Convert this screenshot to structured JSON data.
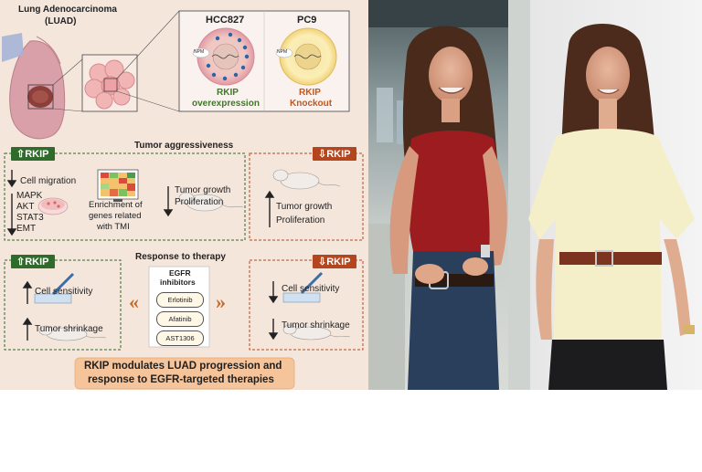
{
  "colors": {
    "panel_bg": "#f5e6dc",
    "up_green": "#2f6b2a",
    "down_orange": "#b5451d",
    "rkip_up_text": "#3c7a25",
    "rkip_down_text": "#c4561b",
    "conclusion_box": "#f6c49a"
  },
  "diagram": {
    "luad_title_line1": "Lung Adenocarcinoma",
    "luad_title_line2": "(LUAD)",
    "cell_line_1": "HCC827",
    "cell_line_2": "PC9",
    "cell_1_caption_line1": "RKIP",
    "cell_1_caption_line2": "overexpression",
    "cell_2_caption_line1": "RKIP",
    "cell_2_caption_line2": "Knockout",
    "nucleus_label": "NPM",
    "rkip_label": "RKIP",
    "tumor_aggressiveness_title": "Tumor aggressiveness",
    "up_cell_migration": "Cell migration",
    "up_markers": [
      "MAPK",
      "AKT",
      "STAT3",
      "EMT"
    ],
    "enrichment_line1": "Enrichment of",
    "enrichment_line2": "genes related",
    "enrichment_line3": "with TMI",
    "up_tumor_growth": "Tumor growth",
    "up_proliferation": "Proliferation",
    "down_tumor_growth": "Tumor growth",
    "down_proliferation": "Proliferation",
    "response_title": "Response to therapy",
    "egfr_title_line1": "EGFR",
    "egfr_title_line2": "inhibitors",
    "drugs": [
      "Erlotinib",
      "Afatinib",
      "AST1306"
    ],
    "up_cell_sensitivity": "Cell sensitivity",
    "up_tumor_shrinkage": "Tumor shrinkage",
    "down_cell_sensitivity": "Cell sensitivity",
    "down_tumor_shrinkage": "Tumor shrinkage",
    "chevron_left": "«",
    "chevron_right": "»",
    "conclusion_line1": "RKIP modulates LUAD progression and",
    "conclusion_line2": "response to EGFR-targeted therapies"
  }
}
